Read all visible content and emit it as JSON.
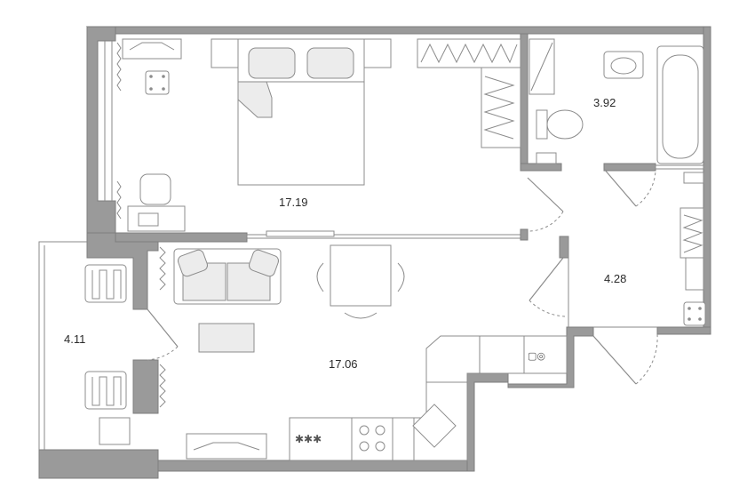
{
  "rooms": [
    {
      "id": "bedroom",
      "area": "17.19"
    },
    {
      "id": "bathroom",
      "area": "3.92"
    },
    {
      "id": "hallway",
      "area": "4.28"
    },
    {
      "id": "loggia",
      "area": "4.11"
    },
    {
      "id": "kitchen-living",
      "area": "17.06"
    }
  ],
  "colors": {
    "wall": "#9a9a9a",
    "line": "#8c8c8c",
    "text": "#2b2b2b"
  }
}
